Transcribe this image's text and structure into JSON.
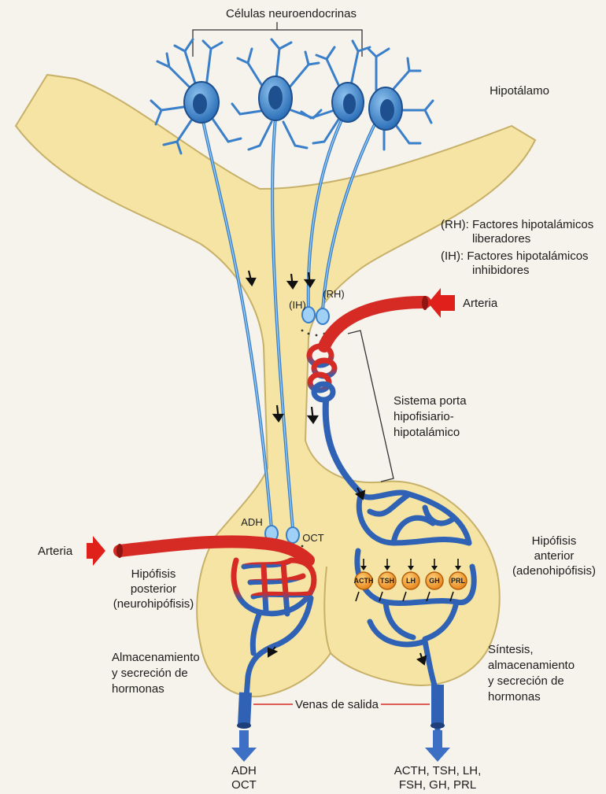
{
  "labels": {
    "neuroendocrine_cells": "Células neuroendocrinas",
    "hypothalamus": "Hipotálamo",
    "rh_legend_1": "(RH): Factores hipotalámicos",
    "rh_legend_2": "liberadores",
    "ih_legend_1": "(IH): Factores hipotalámicos",
    "ih_legend_2": "inhibidores",
    "rh_tag": "(RH)",
    "ih_tag": "(IH)",
    "artery_right": "Arteria",
    "artery_left": "Arteria",
    "portal_1": "Sistema porta",
    "portal_2": "hipofisiario-",
    "portal_3": "hipotalámico",
    "adh": "ADH",
    "oct": "OCT",
    "posterior_1": "Hipófisis",
    "posterior_2": "posterior",
    "posterior_3": "(neurohipófisis)",
    "anterior_1": "Hipófisis",
    "anterior_2": "anterior",
    "anterior_3": "(adenohipófisis)",
    "storage_1": "Almacenamiento",
    "storage_2": "y secreción de",
    "storage_3": "hormonas",
    "synthesis_1": "Síntesis,",
    "synthesis_2": "almacenamiento",
    "synthesis_3": "y secreción de",
    "synthesis_4": "hormonas",
    "veins": "Venas de salida",
    "out_left_1": "ADH",
    "out_left_2": "OCT",
    "out_right_1": "ACTH, TSH, LH,",
    "out_right_2": "FSH, GH, PRL"
  },
  "hormone_cells": [
    "ACTH",
    "TSH",
    "LH",
    "GH",
    "PRL"
  ],
  "colors": {
    "tissue": "#f5e4a3",
    "tissue_edge": "#c7b169",
    "neuron": "#3a7fc9",
    "neuron_dark": "#1e4f8e",
    "artery": "#d62a25",
    "vein": "#2f62b5",
    "arrow_red": "#e0201b",
    "arrow_blue": "#3d6fc4",
    "cell": "#f0a127"
  }
}
